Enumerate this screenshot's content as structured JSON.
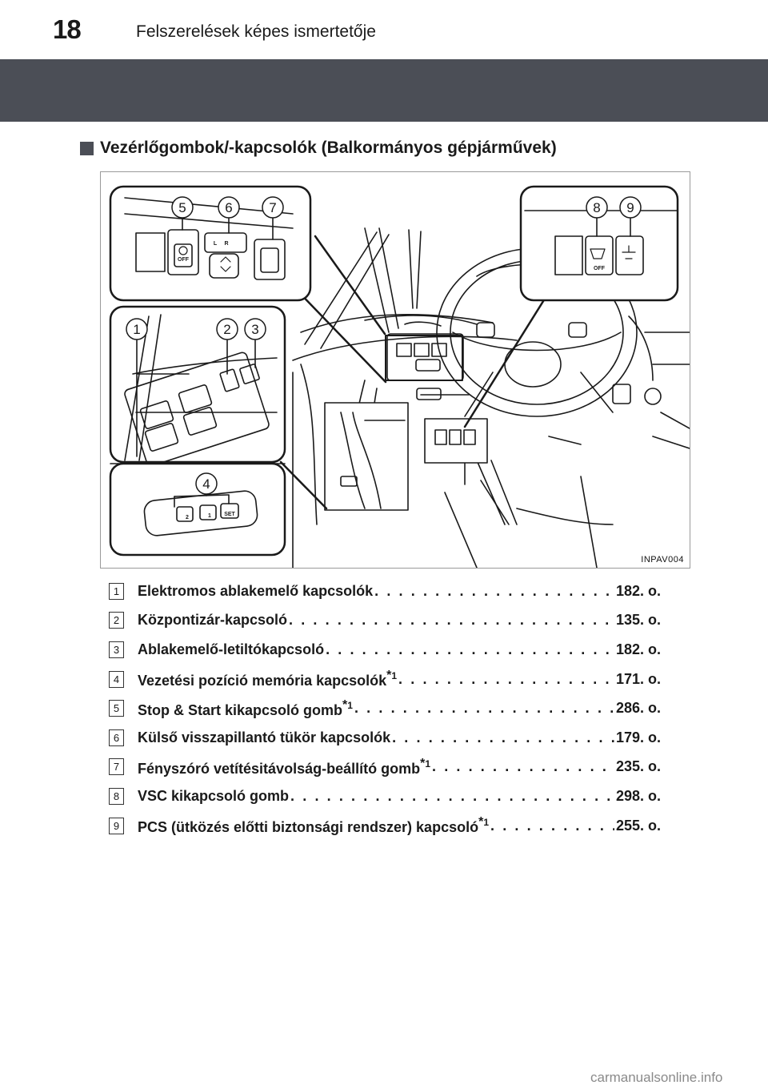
{
  "header": {
    "page_number": "18",
    "running_title": "Felszerelések képes ismertetője"
  },
  "section": {
    "title": "Vezérlőgombok/-kapcsolók (Balkormányos gépjárművek)"
  },
  "figure": {
    "code": "INPAV004",
    "callouts": [
      "1",
      "2",
      "3",
      "4",
      "5",
      "6",
      "7",
      "8",
      "9"
    ],
    "button_labels": {
      "stop_start_off": "OFF",
      "mirror_l": "L",
      "mirror_r": "R",
      "vsc_off": "OFF",
      "memory_set": "SET",
      "memory_1": "1",
      "memory_2": "2"
    }
  },
  "items": [
    {
      "num": "1",
      "label": "Elektromos ablakemelő kapcsolók",
      "note": "",
      "page": "182. o."
    },
    {
      "num": "2",
      "label": "Központizár-kapcsoló",
      "note": "",
      "page": "135. o."
    },
    {
      "num": "3",
      "label": "Ablakemelő-letiltókapcsoló",
      "note": "",
      "page": "182. o."
    },
    {
      "num": "4",
      "label": "Vezetési pozíció memória kapcsolók",
      "note": "1",
      "page": "171. o."
    },
    {
      "num": "5",
      "label": "Stop & Start kikapcsoló gomb",
      "note": "1",
      "page": "286. o."
    },
    {
      "num": "6",
      "label": "Külső visszapillantó tükör kapcsolók",
      "note": "",
      "page": "179. o."
    },
    {
      "num": "7",
      "label": "Fényszóró vetítésitávolság-beállító gomb",
      "note": "1",
      "page": "235. o."
    },
    {
      "num": "8",
      "label": "VSC kikapcsoló gomb",
      "note": "",
      "page": "298. o."
    },
    {
      "num": "9",
      "label": "PCS (ütközés előtti biztonsági rendszer) kapcsoló",
      "note": "1",
      "page": "255. o."
    }
  ],
  "watermark": "carmanualsonline.info"
}
